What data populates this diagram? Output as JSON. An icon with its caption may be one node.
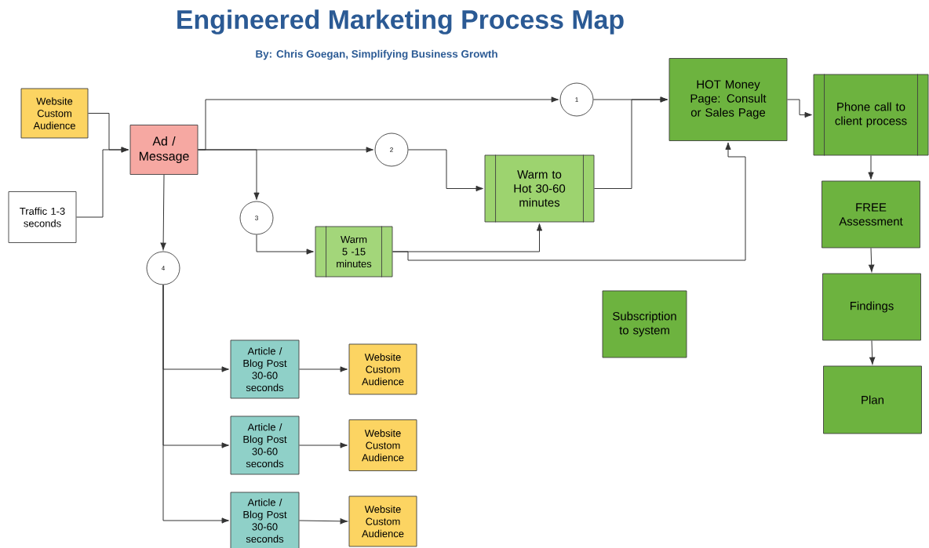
{
  "diagram": {
    "title": "Engineered Marketing Process Map",
    "nodes": [
      {
        "text": [
          "Website Custom Audience"
        ]
      },
      {
        "text": [
          "Traffic 1-3 seconds"
        ]
      },
      {
        "text": [
          "Ad / Message"
        ]
      },
      {
        "text": [
          "1"
        ]
      },
      {
        "text": [
          "2"
        ]
      },
      {
        "text": [
          "3"
        ]
      },
      {
        "text": [
          "4"
        ]
      },
      {
        "text": [
          "HOT Money Page: Consult or Sales Page"
        ]
      },
      {
        "text": [
          "Phone call to client process"
        ]
      },
      {
        "text": [
          "Warm to Hot 30-60 minutes"
        ]
      },
      {
        "text": [
          "Warm 5 -15 minutes"
        ]
      },
      {
        "text": [
          "FREE Assessment"
        ]
      },
      {
        "text": [
          "Subscription to system"
        ]
      },
      {
        "text": [
          "Findings"
        ]
      },
      {
        "text": [
          "Plan"
        ]
      },
      {
        "text": [
          "Article / Blog Post 30-60 seconds"
        ]
      },
      {
        "text": [
          "Article / Blog Post 30-60 seconds"
        ]
      },
      {
        "text": [
          "Article / Blog Post 30-60 seconds"
        ]
      },
      {
        "text": [
          "Website Custom Audience"
        ]
      },
      {
        "text": [
          "Website Custom Audience"
        ]
      },
      {
        "text": [
          "Website Custom Audience"
        ]
      }
    ],
    "edges": [
      {
        "from": 0,
        "to": 2,
        "arrow": "to"
      },
      {
        "from": 1,
        "to": 2,
        "arrow": "to"
      },
      {
        "from": 2,
        "to": 3,
        "arrow": "to"
      },
      {
        "from": 2,
        "to": 4,
        "arrow": "to"
      },
      {
        "from": 2,
        "to": 5,
        "arrow": "to"
      },
      {
        "from": 2,
        "to": 6,
        "arrow": "to"
      },
      {
        "from": 3,
        "to": 7,
        "arrow": "to"
      },
      {
        "from": 9,
        "to": 7,
        "arrow": "to"
      },
      {
        "from": 4,
        "to": 9,
        "arrow": "to"
      },
      {
        "from": 5,
        "to": 10,
        "arrow": "to"
      },
      {
        "from": 10,
        "to": 9,
        "arrow": "to"
      },
      {
        "from": 10,
        "to": 7,
        "arrow": "to"
      },
      {
        "from": 7,
        "to": 8,
        "arrow": "to"
      },
      {
        "from": 8,
        "to": 11,
        "arrow": "to"
      },
      {
        "from": 11,
        "to": 13,
        "arrow": "to"
      },
      {
        "from": 13,
        "to": 14,
        "arrow": "to"
      },
      {
        "from": 6,
        "to": 15,
        "arrow": "to"
      },
      {
        "from": 6,
        "to": 16,
        "arrow": "to"
      },
      {
        "from": 6,
        "to": 17,
        "arrow": "to"
      },
      {
        "from": 15,
        "to": 18,
        "arrow": "to"
      },
      {
        "from": 16,
        "to": 19,
        "arrow": "to"
      },
      {
        "from": 17,
        "to": 20,
        "arrow": "to"
      }
    ],
    "labels": [
      "By: Chris Goegan, Simplifying Business Growth"
    ]
  }
}
